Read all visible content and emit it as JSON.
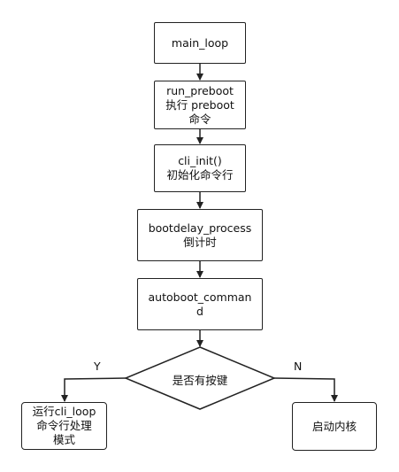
{
  "nodes": {
    "main_loop": {
      "line1": "main_loop"
    },
    "run_preboot": {
      "line1": "run_preboot",
      "line2": "执行 preboot",
      "line3": "命令"
    },
    "cli_init": {
      "line1": "cli_init()",
      "line2": "初始化命令行"
    },
    "bootdelay": {
      "line1": "bootdelay_process",
      "line2": "倒计时"
    },
    "autoboot": {
      "text": "autoboot_command"
    },
    "decision": {
      "text": "是否有按键"
    },
    "cli_loop": {
      "line1": "运行cli_loop",
      "line2": "命令行处理",
      "line3": "模式"
    },
    "boot_kernel": {
      "text": "启动内核"
    }
  },
  "edges": {
    "yes_label": "Y",
    "no_label": "N"
  }
}
